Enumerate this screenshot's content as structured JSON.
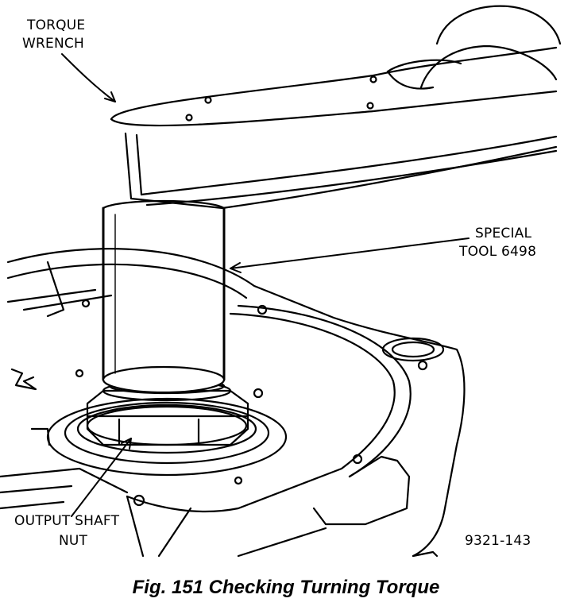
{
  "labels": {
    "torque_wrench_line1": "TORQUE",
    "torque_wrench_line2": "WRENCH",
    "special_tool_line1": "SPECIAL",
    "special_tool_line2": "TOOL 6498",
    "output_nut_line1": "OUTPUT SHAFT",
    "output_nut_line2": "NUT",
    "figure_code": "9321-143"
  },
  "caption": "Fig. 151 Checking Turning Torque"
}
